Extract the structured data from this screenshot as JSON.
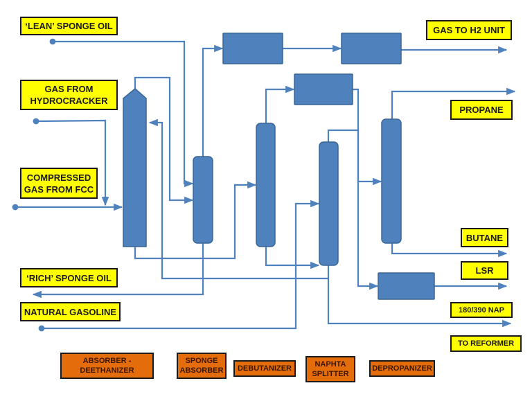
{
  "diagram": {
    "title": "",
    "colors": {
      "equipment": "#4f81bd",
      "equipment_border": "#3a6696",
      "stream_line": "#4f81bd",
      "stream_label_bg": "#ffff00",
      "unit_label_bg": "#e46c0a",
      "label_border": "#1a1a1a"
    },
    "stream_labels": {
      "lean_sponge_oil": "‘LEAN’ SPONGE OIL",
      "gas_from_hydrocracker": "GAS FROM\nHYDROCRACKER",
      "compressed_gas_fcc": "COMPRESSED\nGAS FROM FCC",
      "rich_sponge_oil": "‘RICH’ SPONGE OIL",
      "natural_gasoline": "NATURAL GASOLINE",
      "gas_to_h2": "GAS TO H2 UNIT",
      "propane": "PROPANE",
      "butane": "BUTANE",
      "lsr": "LSR",
      "nap_180_390": "180/390 NAP",
      "to_reformer": "TO REFORMER"
    },
    "unit_labels": {
      "absorber_deethanizer": "ABSORBER -\nDEETHANIZER",
      "sponge_absorber": "SPONGE\nABSORBER",
      "debutanizer": "DEBUTANIZER",
      "naphtha_splitter": "NAPHTA\nSPLITTER",
      "depropanizer": "DEPROPANIZER"
    },
    "equipment": [
      {
        "id": "absorber-deethanizer-column",
        "type": "column"
      },
      {
        "id": "sponge-absorber-column",
        "type": "column"
      },
      {
        "id": "debutanizer-column",
        "type": "column"
      },
      {
        "id": "naphtha-splitter-column",
        "type": "column"
      },
      {
        "id": "depropanizer-column",
        "type": "column"
      },
      {
        "id": "gas-exchanger-1",
        "type": "vessel"
      },
      {
        "id": "gas-exchanger-2",
        "type": "vessel"
      },
      {
        "id": "debutanizer-overhead-drum",
        "type": "vessel"
      },
      {
        "id": "lsr-exchanger",
        "type": "vessel"
      }
    ]
  }
}
